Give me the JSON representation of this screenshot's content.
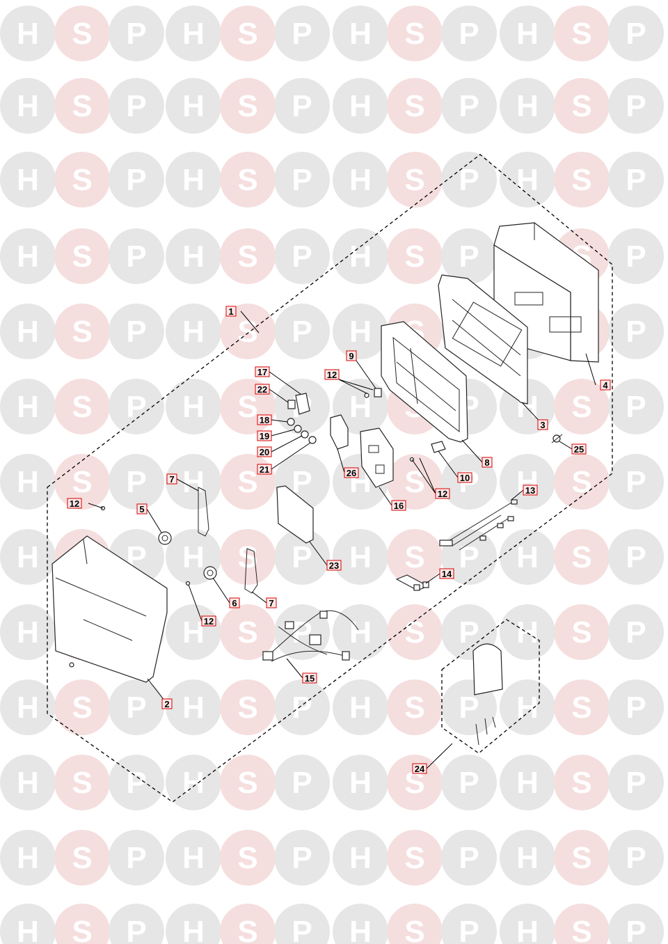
{
  "watermark": {
    "letters": [
      "H",
      "S",
      "P"
    ],
    "colors": {
      "circle": "#e6e6e6",
      "circle_accent": "#f5dede",
      "letter": "#ffffff"
    }
  },
  "callouts": [
    {
      "id": "callout-1",
      "label": "1"
    },
    {
      "id": "callout-2",
      "label": "2"
    },
    {
      "id": "callout-3",
      "label": "3"
    },
    {
      "id": "callout-4",
      "label": "4"
    },
    {
      "id": "callout-5",
      "label": "5"
    },
    {
      "id": "callout-6",
      "label": "6"
    },
    {
      "id": "callout-7a",
      "label": "7"
    },
    {
      "id": "callout-7b",
      "label": "7"
    },
    {
      "id": "callout-8",
      "label": "8"
    },
    {
      "id": "callout-9",
      "label": "9"
    },
    {
      "id": "callout-10",
      "label": "10"
    },
    {
      "id": "callout-12a",
      "label": "12"
    },
    {
      "id": "callout-12b",
      "label": "12"
    },
    {
      "id": "callout-12c",
      "label": "12"
    },
    {
      "id": "callout-12d",
      "label": "12"
    },
    {
      "id": "callout-13",
      "label": "13"
    },
    {
      "id": "callout-14",
      "label": "14"
    },
    {
      "id": "callout-15",
      "label": "15"
    },
    {
      "id": "callout-16",
      "label": "16"
    },
    {
      "id": "callout-17",
      "label": "17"
    },
    {
      "id": "callout-18",
      "label": "18"
    },
    {
      "id": "callout-19",
      "label": "19"
    },
    {
      "id": "callout-20",
      "label": "20"
    },
    {
      "id": "callout-21",
      "label": "21"
    },
    {
      "id": "callout-22",
      "label": "22"
    },
    {
      "id": "callout-23",
      "label": "23"
    },
    {
      "id": "callout-24",
      "label": "24"
    },
    {
      "id": "callout-25",
      "label": "25"
    },
    {
      "id": "callout-26",
      "label": "26"
    }
  ],
  "colors": {
    "callout_border": "#d40000",
    "callout_fill": "#ffe9e9",
    "line": "#000000"
  }
}
